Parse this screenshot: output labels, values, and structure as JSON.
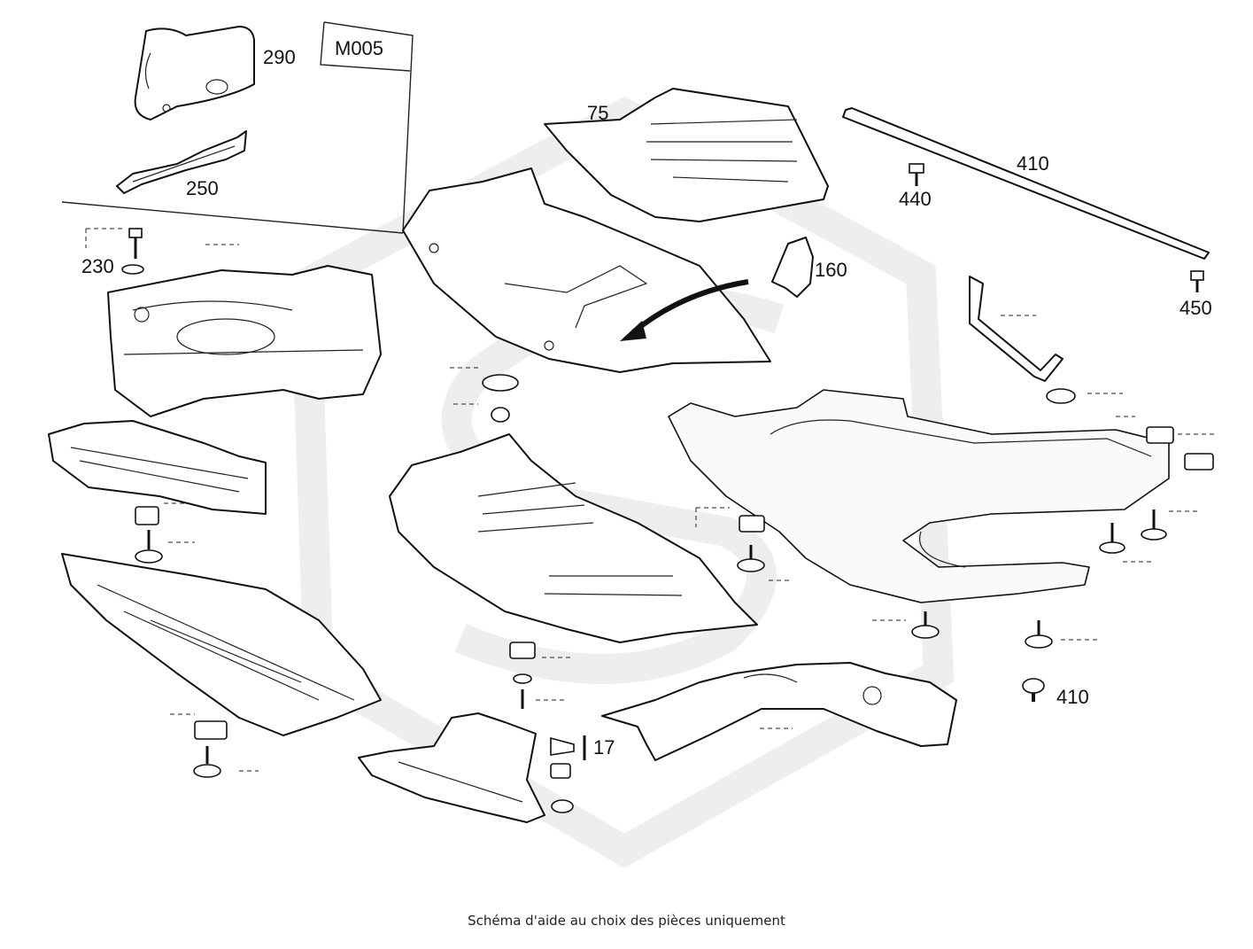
{
  "diagram": {
    "inset_code": "M005",
    "labels": {
      "p290": "290",
      "p250": "250",
      "p230": "230",
      "p75": "75",
      "p160": "160",
      "p410_top": "410",
      "p440": "440",
      "p450": "450",
      "p17": "17",
      "p410_bottom": "410"
    },
    "caption": "Schéma d'aide au choix des pièces uniquement"
  }
}
